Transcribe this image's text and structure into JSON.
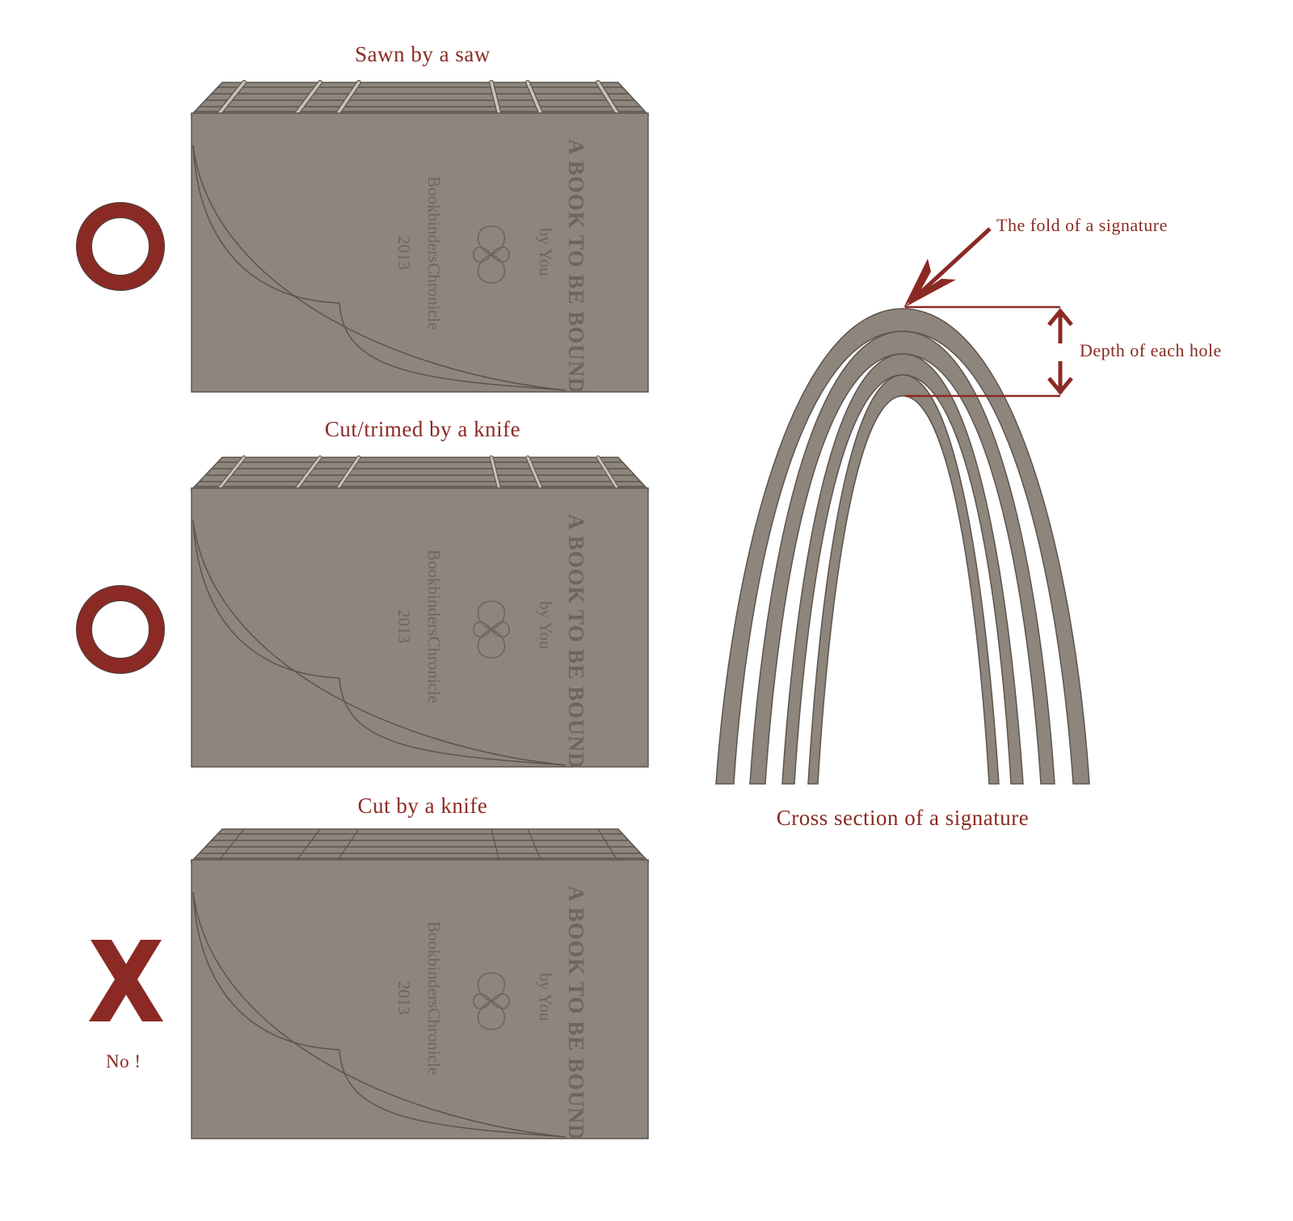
{
  "colors": {
    "accent": "#8b2a24",
    "book_fill": "#8e857c",
    "book_stroke": "#5c544e",
    "thread": "#c9c2bb",
    "background": "#ffffff"
  },
  "books": [
    {
      "caption": "Sawn by a saw",
      "verdict": "correct",
      "verdict_icon": "circle-o-icon",
      "spine_style": "sawn-kettle-stitches",
      "cover": {
        "title": "A BOOK TO BE BOUND",
        "author": "by You",
        "publisher": "BookbindersChronicle",
        "year": "2013"
      }
    },
    {
      "caption": "Cut/trimed by a knife",
      "verdict": "correct",
      "verdict_icon": "circle-o-icon",
      "spine_style": "cut-notches",
      "cover": {
        "title": "A BOOK TO BE BOUND",
        "author": "by You",
        "publisher": "BookbindersChronicle",
        "year": "2013"
      }
    },
    {
      "caption": "Cut by a knife",
      "verdict": "wrong",
      "verdict_icon": "x-cross-icon",
      "verdict_text": "No !",
      "spine_style": "knife-cuts-no-notches",
      "cover": {
        "title": "A BOOK TO BE BOUND",
        "author": "by You",
        "publisher": "BookbindersChronicle",
        "year": "2013"
      }
    }
  ],
  "cross_section": {
    "caption": "Cross section of a signature",
    "fold_label": "The fold of a signature",
    "depth_label": "Depth of each hole",
    "layers": 4
  }
}
